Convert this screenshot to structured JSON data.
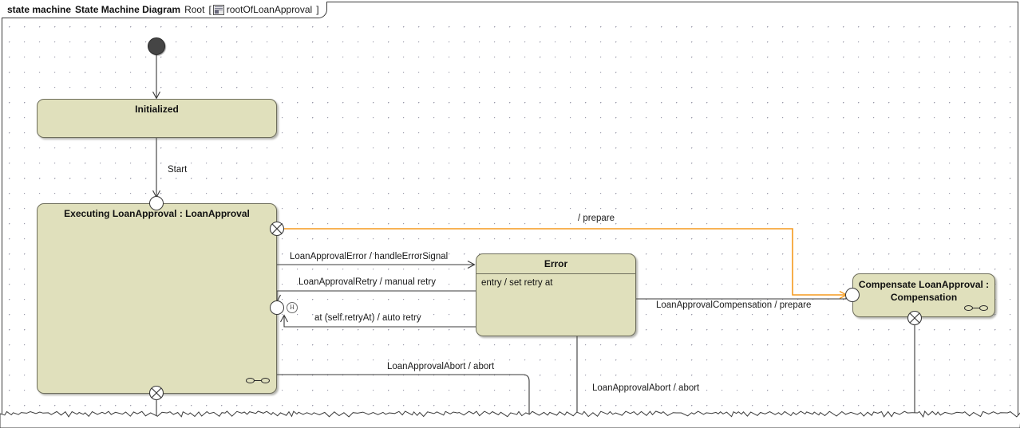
{
  "header": {
    "keyword": "state machine",
    "diagram_type": "State Machine Diagram",
    "context": "Root",
    "bracket_open": "[",
    "icon": "state-machine-icon",
    "element": "rootOfLoanApproval",
    "bracket_close": "]"
  },
  "states": {
    "initialized": {
      "name": "Initialized"
    },
    "executing": {
      "name": "Executing LoanApproval : LoanApproval",
      "submachine_marker": "o-o"
    },
    "error": {
      "name": "Error",
      "entry_action": "entry / set retry at"
    },
    "compensate": {
      "name_line1": "Compensate LoanApproval :",
      "name_line2": "Compensation",
      "submachine_marker": "o-o"
    }
  },
  "pseudostates": {
    "initial": "initial-node",
    "executing_entry_top": "entry-point",
    "executing_exit_right": "exit-point",
    "executing_entry_left": "entry-point",
    "executing_exit_bottom": "exit-point",
    "history": "H",
    "compensate_entry": "entry-point",
    "compensate_exit": "exit-point"
  },
  "transitions": [
    {
      "id": "start",
      "label": "Start"
    },
    {
      "id": "prepare",
      "label": "/ prepare",
      "color": "#f59a1e"
    },
    {
      "id": "error",
      "label": "LoanApprovalError / handleErrorSignal"
    },
    {
      "id": "manual-retry",
      "label": "LoanApprovalRetry / manual retry"
    },
    {
      "id": "auto-retry",
      "label": "at (self.retryAt) / auto retry"
    },
    {
      "id": "compensation",
      "label": "LoanApprovalCompensation / prepare"
    },
    {
      "id": "abort-1",
      "label": "LoanApprovalAbort / abort"
    },
    {
      "id": "abort-2",
      "label": "LoanApprovalAbort / abort"
    }
  ],
  "colors": {
    "state_fill": "#e0e0bc",
    "state_border": "#6e6e5c",
    "line": "#3a3a3a",
    "accent_orange": "#f59a1e",
    "grid_dot": "#9b9bab"
  }
}
